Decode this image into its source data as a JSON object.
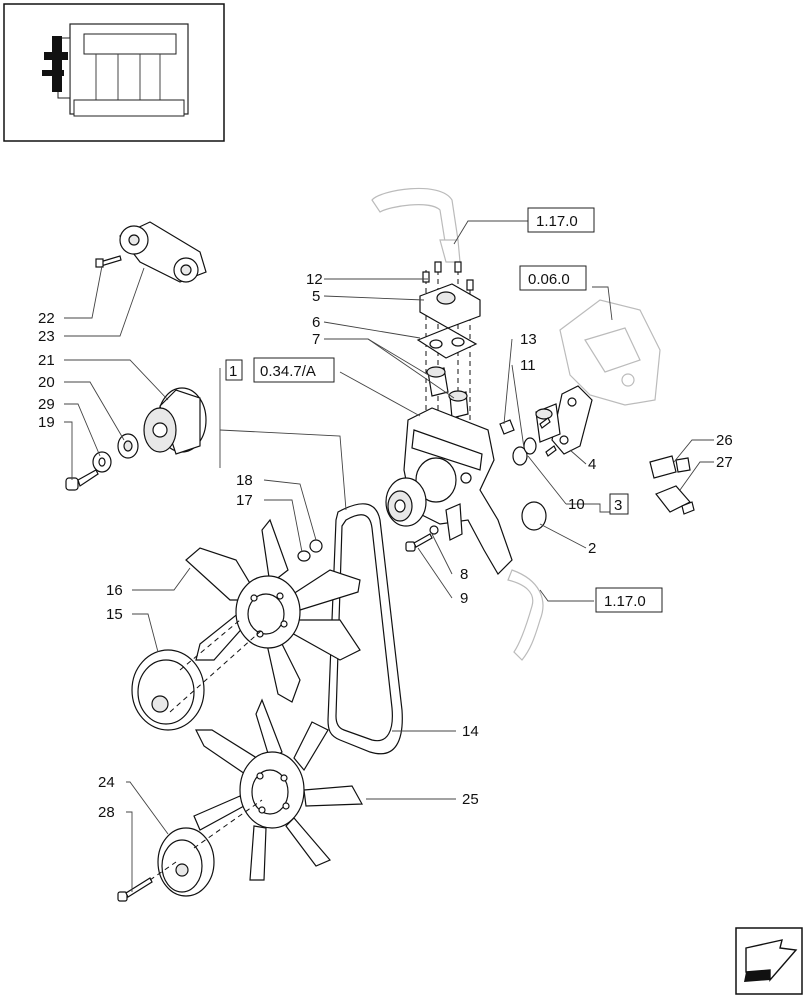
{
  "references": {
    "hose_top": "1.17.0",
    "engine_block": "0.06.0",
    "hose_bottom": "1.17.0",
    "pump_ref_index": "1",
    "pump_ref": "0.34.7/A",
    "thermostat_ref_index": "3"
  },
  "callouts": {
    "c1": "12",
    "c2": "5",
    "c3": "6",
    "c4": "7",
    "c5": "13",
    "c6": "11",
    "c7": "4",
    "c8": "10",
    "c9": "2",
    "c10": "8",
    "c11": "9",
    "c12": "22",
    "c13": "23",
    "c14": "21",
    "c15": "20",
    "c16": "29",
    "c17": "19",
    "c18": "18",
    "c19": "17",
    "c20": "16",
    "c21": "15",
    "c22": "14",
    "c23": "24",
    "c24": "28",
    "c25": "25",
    "c26": "26",
    "c27": "27"
  },
  "icons": {
    "thumbnail": "engine-thumbnail-icon",
    "navigation": "next-page-arrow-icon"
  }
}
